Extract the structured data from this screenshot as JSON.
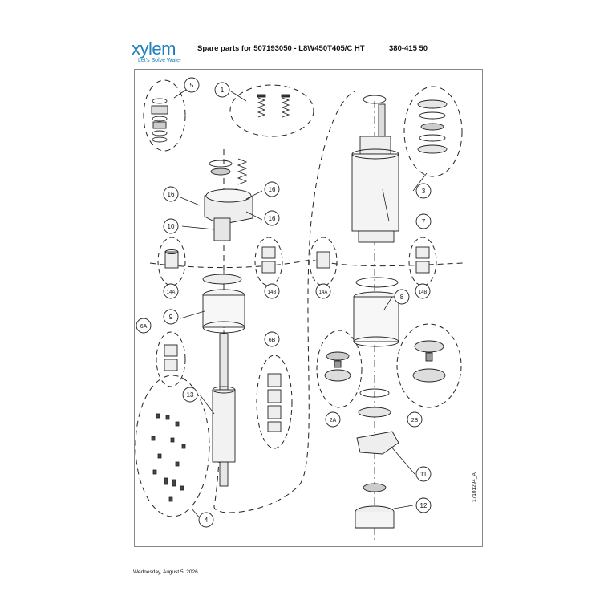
{
  "header": {
    "logo_word": "xylem",
    "logo_tagline": "Let's Solve Water",
    "title": "Spare parts for 507193050 - L8W450T405/C HT",
    "code": "380-415 50"
  },
  "drawing": {
    "callouts": [
      "5",
      "1",
      "3",
      "16",
      "16",
      "16",
      "10",
      "7",
      "14A",
      "14B",
      "14A",
      "14B",
      "9",
      "8",
      "6A",
      "6B",
      "13",
      "2A",
      "2B",
      "11",
      "4",
      "12"
    ],
    "document_number": "17101294_A"
  },
  "footer": {
    "date": "Wednesday, August 5, 2026"
  }
}
